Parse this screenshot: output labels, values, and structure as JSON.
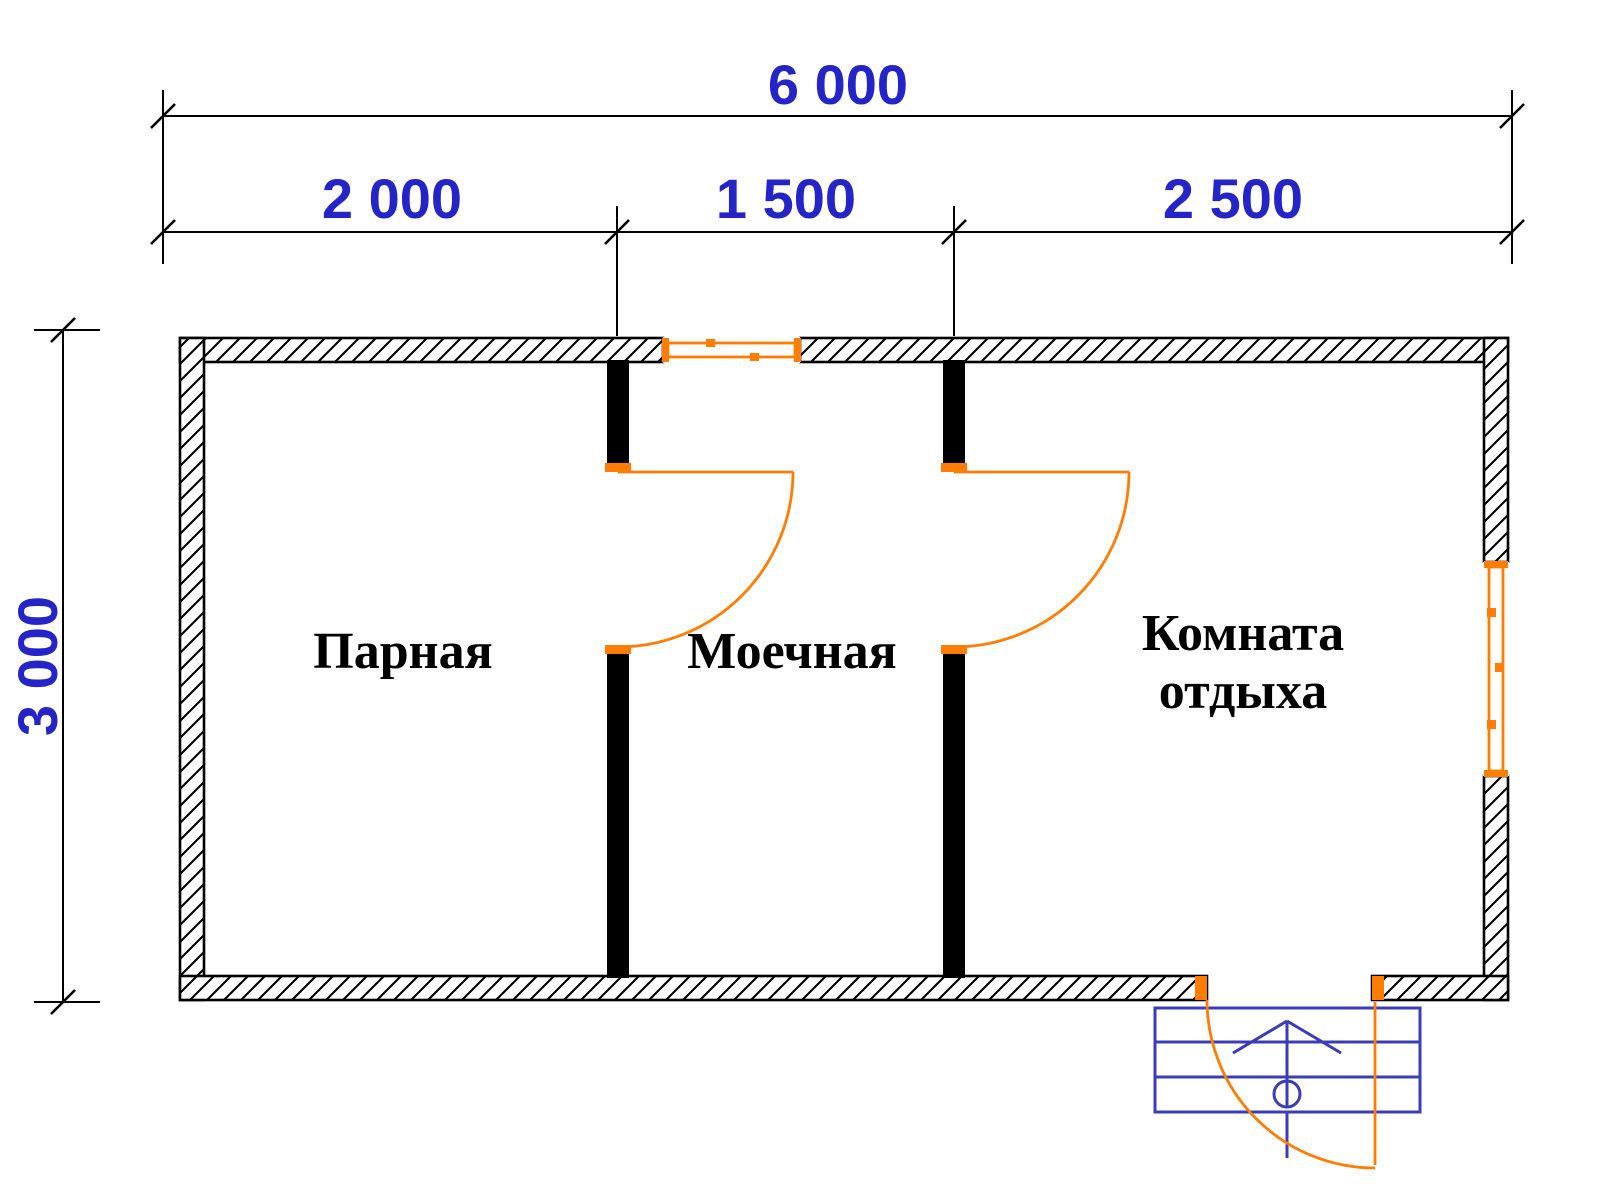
{
  "plan": {
    "dimensions": {
      "total_width": "6 000",
      "segments": [
        "2 000",
        "1 500",
        "2 500"
      ],
      "height": "3 000"
    },
    "rooms": {
      "steam": "Парная",
      "washing": "Моечная",
      "rest_line1": "Комната",
      "rest_line2": "отдыха"
    },
    "colors": {
      "dimension_text": "#2424c8",
      "walls": "#000000",
      "doors_windows": "#ff7d00",
      "steps": "#3c3cb4"
    }
  }
}
